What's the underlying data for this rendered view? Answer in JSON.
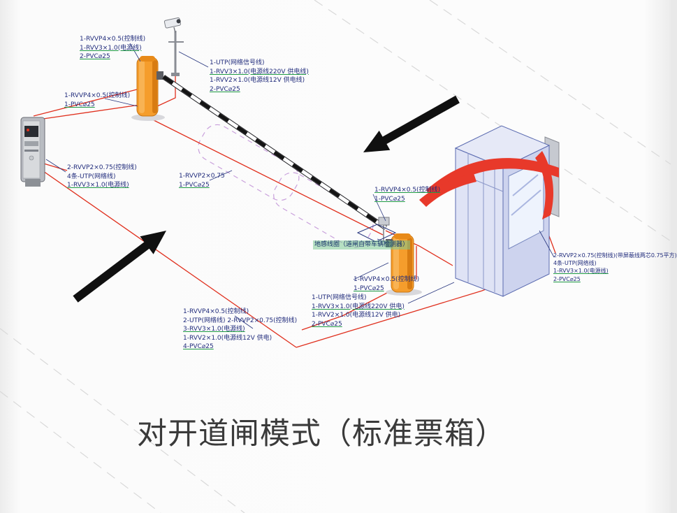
{
  "title": "对开道闸模式（标准票箱）",
  "labels": {
    "gate1_top": {
      "lines": [
        "1-RVVP4×0.5(控制线)",
        "1-RVV3×1.0(电源线)",
        "2-PVC⌀25"
      ]
    },
    "gate1_left": {
      "lines": [
        "1-RVVP4×0.5(控制线)",
        "1-PVC⌀25"
      ]
    },
    "camera": {
      "lines": [
        "1-UTP(网络信号线)",
        "1-RVV3×1.0(电源线220V 供电线)",
        "1-RVV2×1.0(电源线12V 供电线)",
        "2-PVC⌀25"
      ]
    },
    "ticket_machine": {
      "lines": [
        "2-RVVP2×0.75(控制线)",
        "4条-UTP(网络线)",
        "1-RVV3×1.0(电源线)"
      ]
    },
    "loop_left": {
      "lines": [
        "1-RVVP2×0.75",
        "1-PVC⌀25"
      ]
    },
    "gate2_top": {
      "lines": [
        "1-RVVP4×0.5(控制线)",
        "1-PVC⌀25"
      ]
    },
    "ground_loop": {
      "lines": [
        "地感线圈（道闸自带车辆检测器）"
      ]
    },
    "gate2_right": {
      "lines": [
        "1-RVVP4×0.5(控制线)",
        "1-PVC⌀25"
      ]
    },
    "booth_left": {
      "lines": [
        "1-UTP(网络信号线)",
        "1-RVV3×1.0(电源线220V 供电)",
        "1-RVV2×1.0(电源线12V 供电)",
        "2-PVC⌀25"
      ]
    },
    "bottom_left": {
      "lines": [
        "1-RVVP4×0.5(控制线)",
        "2-UTP(网络线)  2-RVVP2×0.75(控制线)",
        "3-RVV3×1.0(电源线)",
        "1-RVV2×1.0(电源线12V 供电)",
        "4-PVC⌀25"
      ]
    },
    "booth_right": {
      "lines": [
        "2-RVVP2×0.75(控制线)(带屏蔽线两芯0.75平方)",
        "4条-UTP(网络线)",
        "1-RVV3×1.0(电源线)",
        "2-PVC⌀25"
      ]
    }
  },
  "colors": {
    "barrier_orange": "#f59d2c",
    "wire_red": "#e0301e",
    "booth_blue": "#5b6bb0",
    "canopy_red": "#e8392a",
    "label_navy": "#212c7c",
    "underline_green": "#1f9a44",
    "arrow_black": "#101010"
  }
}
